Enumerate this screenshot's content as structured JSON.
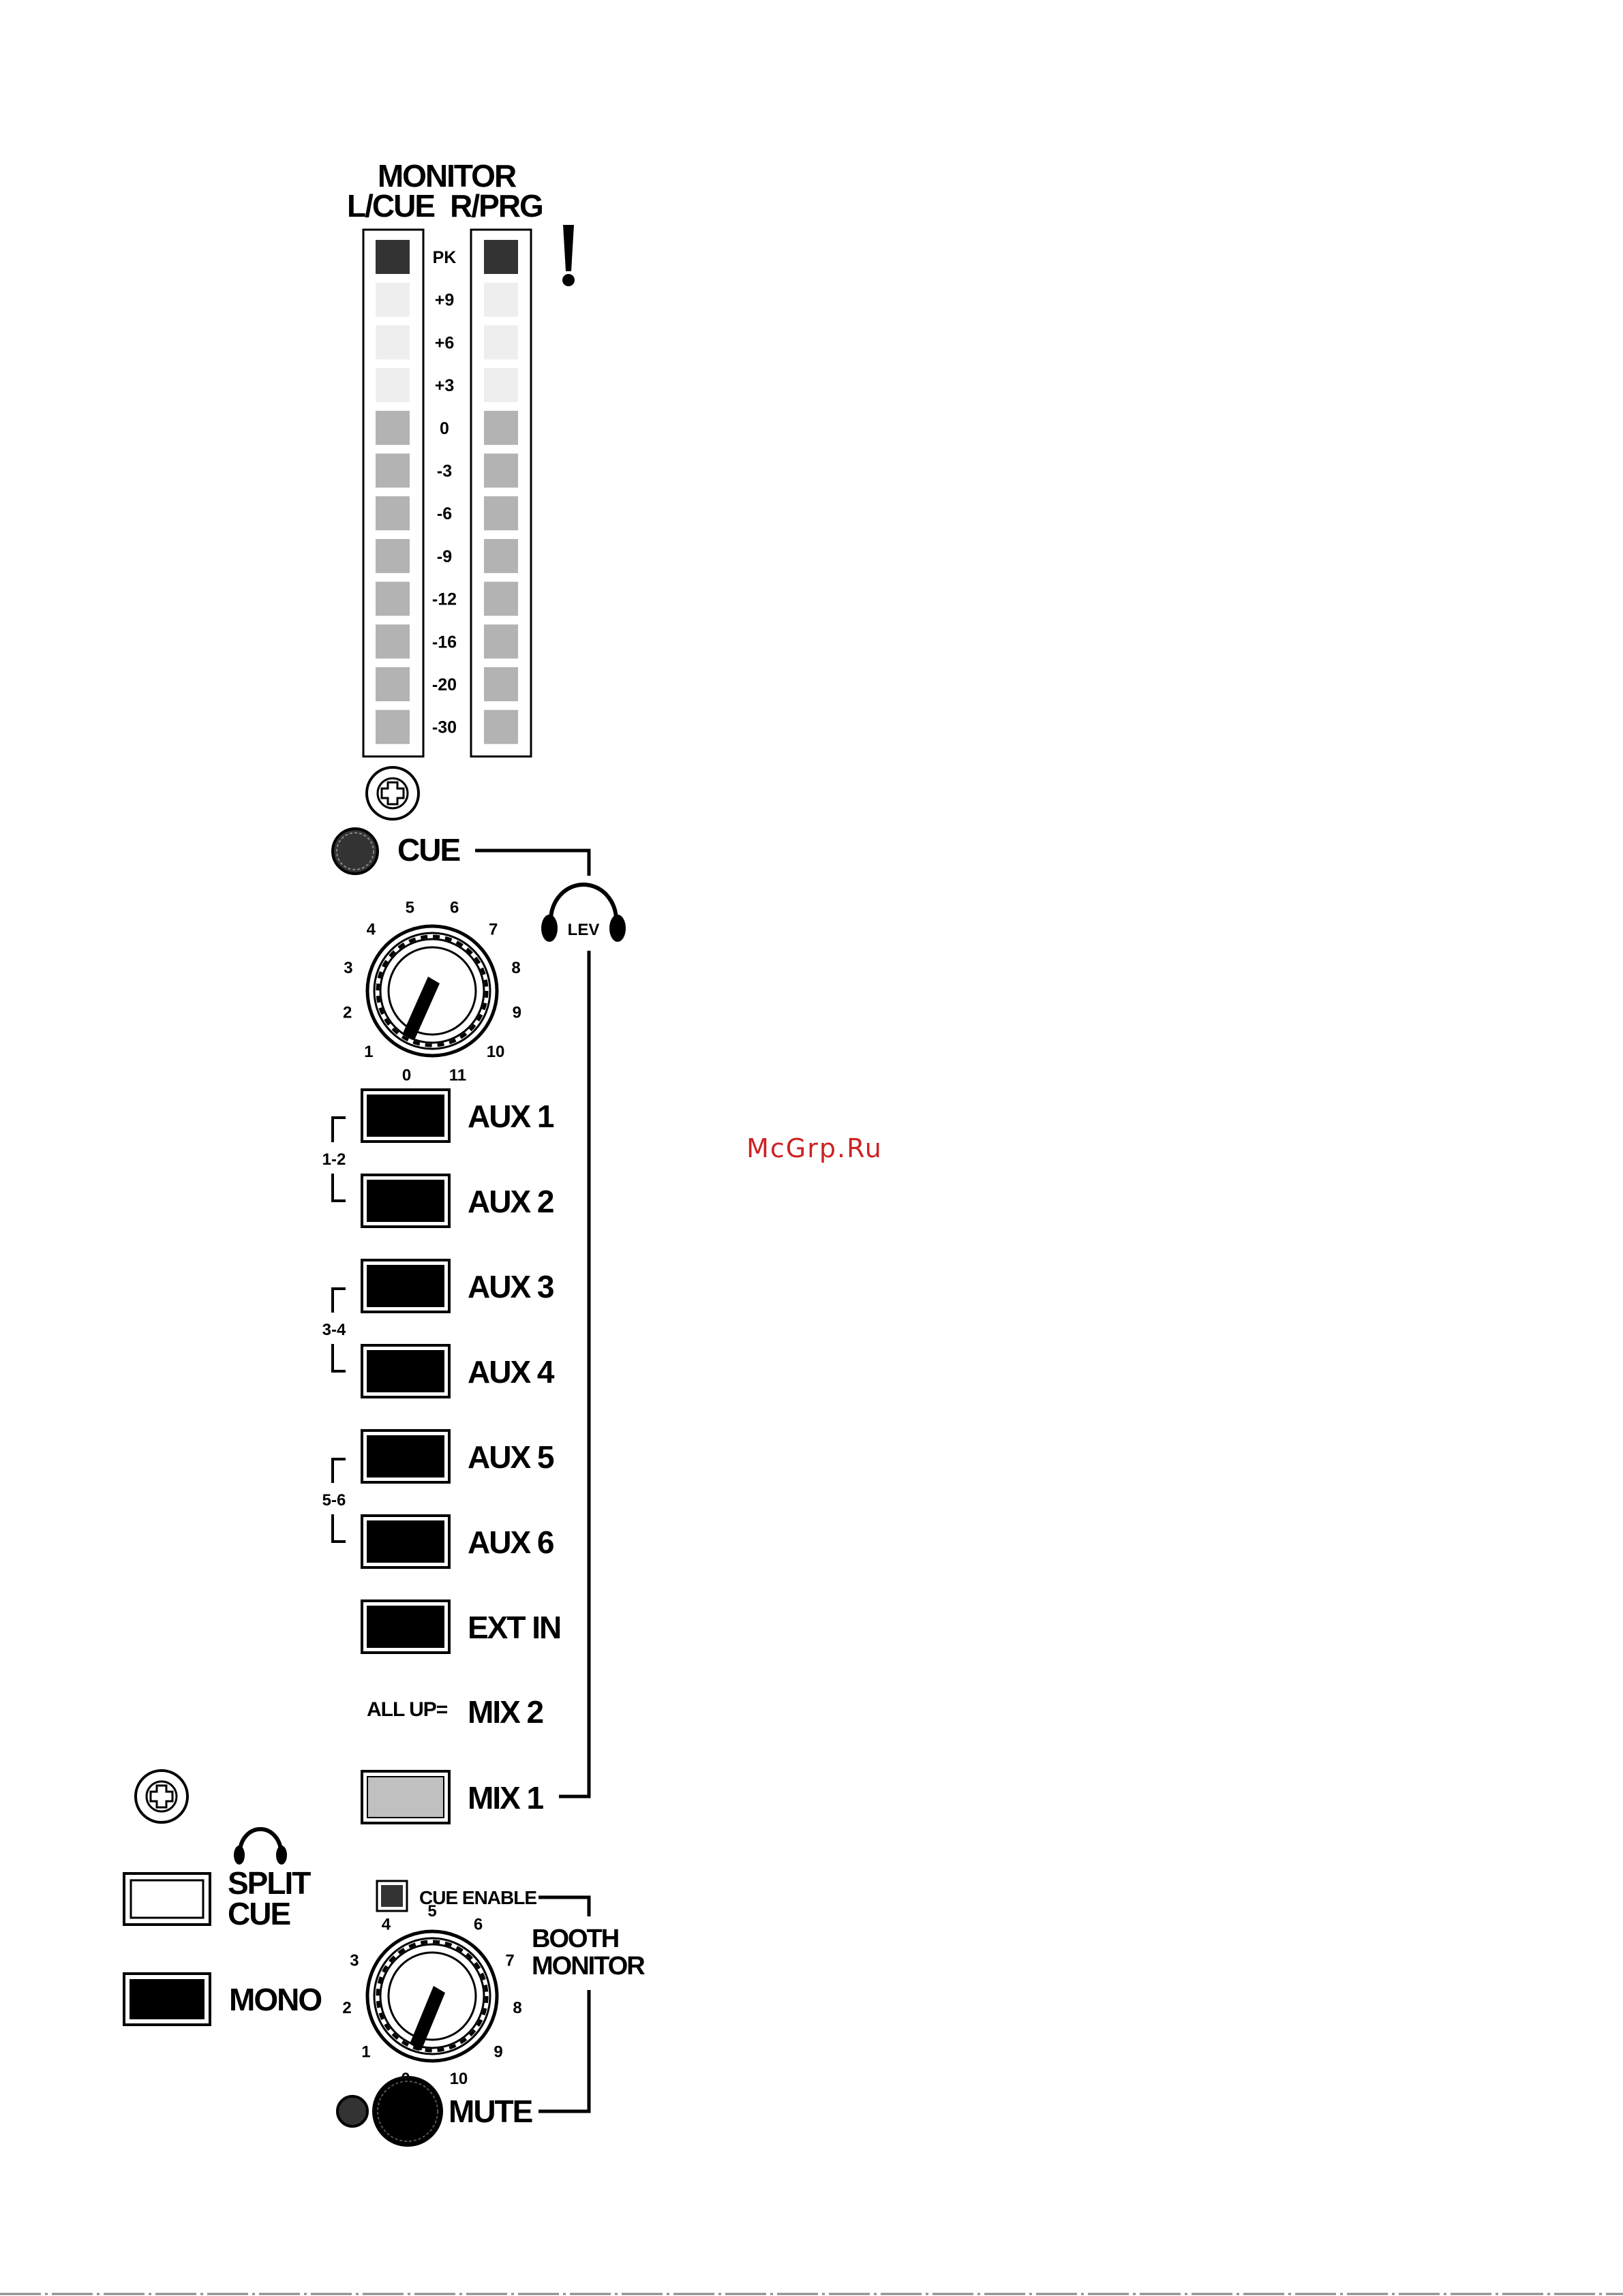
{
  "monitor": {
    "title": "MONITOR",
    "left_label": "L/CUE",
    "right_label": "R/PRG",
    "scale": [
      "PK",
      "+9",
      "+6",
      "+3",
      "0",
      "-3",
      "-6",
      "-9",
      "-12",
      "-16",
      "-20",
      "-30"
    ],
    "led_states": [
      "peak",
      "off",
      "off",
      "off",
      "lit",
      "lit",
      "lit",
      "lit",
      "lit",
      "lit",
      "lit",
      "lit"
    ],
    "warning_symbol": "!"
  },
  "cue": {
    "label": "CUE"
  },
  "phones": {
    "level_label": "LEV"
  },
  "level_knob": {
    "scale": [
      "0",
      "1",
      "2",
      "3",
      "4",
      "5",
      "6",
      "7",
      "8",
      "9",
      "10",
      "11"
    ]
  },
  "source_buttons": [
    {
      "label": "AUX 1",
      "state": "off"
    },
    {
      "label": "AUX 2",
      "state": "off"
    },
    {
      "label": "AUX 3",
      "state": "off"
    },
    {
      "label": "AUX 4",
      "state": "off"
    },
    {
      "label": "AUX 5",
      "state": "off"
    },
    {
      "label": "AUX 6",
      "state": "off"
    },
    {
      "label": "EXT IN",
      "state": "off"
    },
    {
      "label": "MIX 1",
      "state": "on"
    }
  ],
  "aux_pairs": [
    "1-2",
    "3-4",
    "5-6"
  ],
  "all_up": {
    "prefix": "ALL UP=",
    "label": "MIX 2"
  },
  "split_cue": {
    "line1": "SPLIT",
    "line2": "CUE"
  },
  "mono": {
    "label": "MONO"
  },
  "booth": {
    "cue_enable_label": "CUE ENABLE",
    "title_line1": "BOOTH",
    "title_line2": "MONITOR",
    "knob_scale": [
      "0",
      "1",
      "2",
      "3",
      "4",
      "5",
      "6",
      "7",
      "8",
      "9",
      "10"
    ]
  },
  "mute": {
    "label": "MUTE"
  },
  "watermark": "McGrp.Ru",
  "colors": {
    "led_peak": "#333333",
    "led_off": "#eeeeee",
    "led_lit": "#b3b3b3",
    "button_off": "#000000",
    "button_on": "#c0c0c0",
    "watermark": "#cc2222"
  }
}
